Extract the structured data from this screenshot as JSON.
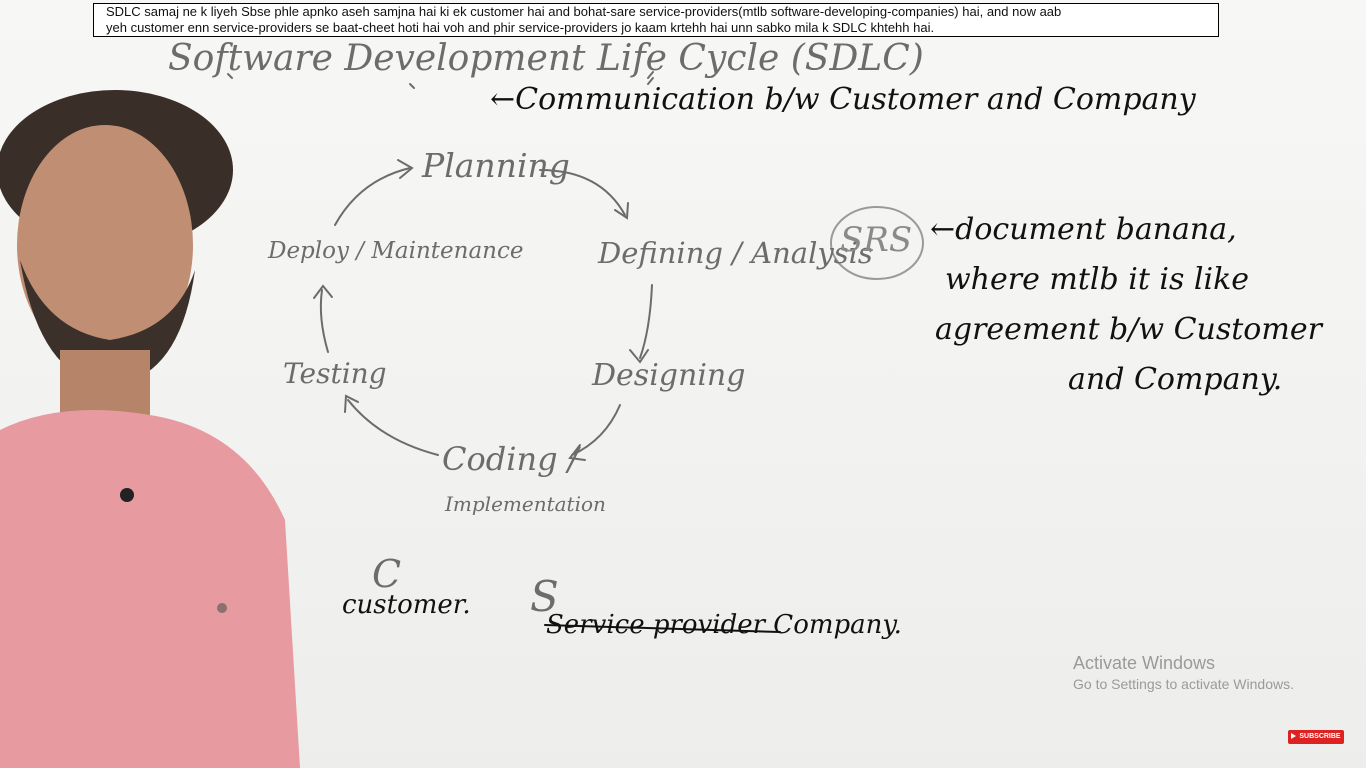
{
  "caption": {
    "line1": "SDLC samaj ne k liyeh Sbse phle apnko aseh samjna hai ki ek customer hai and bohat-sare service-providers(mtlb software-developing-companies) hai, and now aab",
    "line2": "yeh customer enn service-providers se baat-cheet hoti hai voh and phir service-providers jo kaam krtehh hai unn sabko mila k SDLC khtehh hai."
  },
  "board": {
    "title": "Software Development Life Cycle (SDLC)",
    "stages": {
      "planning": "Planning",
      "defining": "Defining / Analysis",
      "designing": "Designing",
      "coding": "Coding /",
      "implementation": "Implementation",
      "testing": "Testing",
      "deploy": "Deploy / Maintenance"
    },
    "c_letter": "C",
    "s_letter": "S",
    "customer": "customer.",
    "service_provider": "Service provider Company."
  },
  "annotations": {
    "communication": "←Communication b/w Customer and Company",
    "srs": "SRS",
    "srs_note_1": "←document banana,",
    "srs_note_2": "where mtlb it is like",
    "srs_note_3": "agreement b/w Customer",
    "srs_note_4": "and Company."
  },
  "watermark": {
    "title": "Activate Windows",
    "subtitle": "Go to Settings to activate Windows."
  },
  "subscribe": {
    "label": "SUBSCRIBE"
  },
  "colors": {
    "ink": "#111111",
    "board_text": "#6c6c6c",
    "shirt": "#e79aa0",
    "skin": "#c08e72",
    "subscribe": "#dd2222"
  }
}
